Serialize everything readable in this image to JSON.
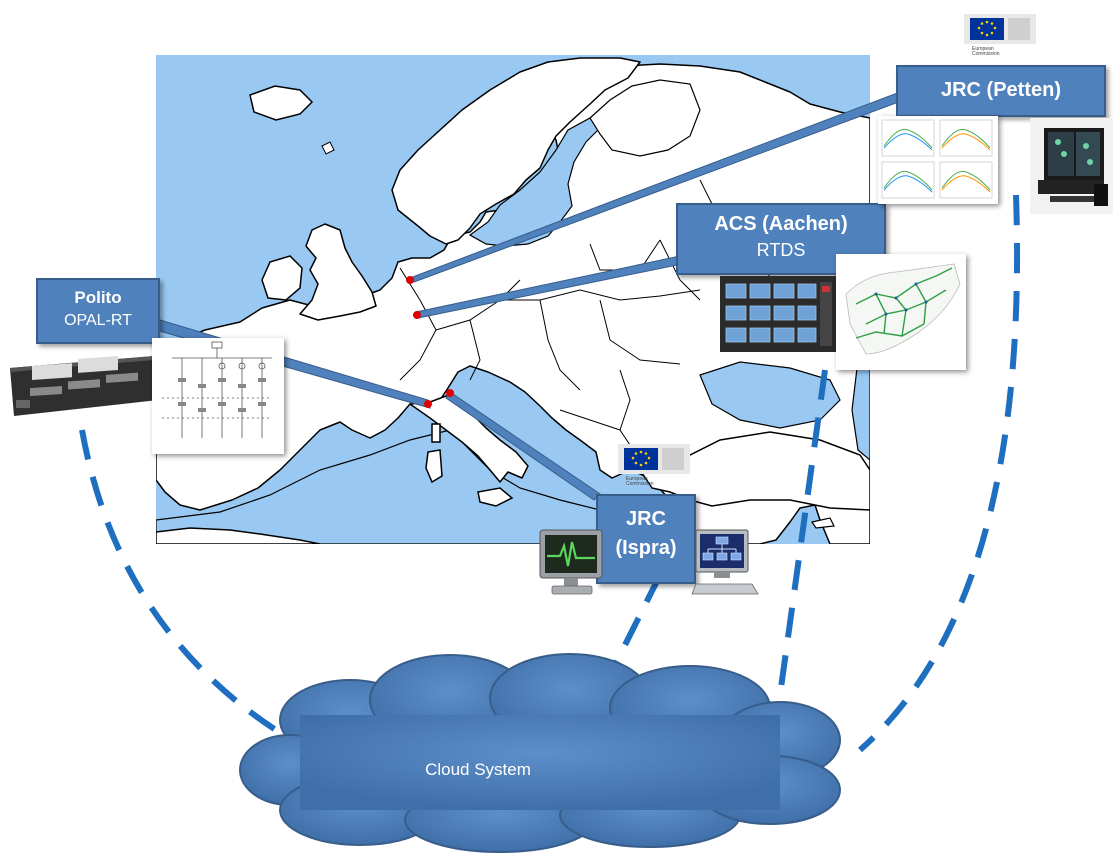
{
  "sites": {
    "polito": {
      "name": "Polito",
      "system": "OPAL-RT"
    },
    "petten": {
      "name": "JRC (Petten)",
      "logo_text": "European Commission"
    },
    "aachen": {
      "name": "ACS (Aachen)",
      "system": "RTDS"
    },
    "ispra": {
      "name_line1": "JRC",
      "name_line2": "(Ispra)",
      "logo_text": "European Commission"
    }
  },
  "cloud": {
    "label": "Cloud System"
  },
  "colors": {
    "sea": "#99c9f2",
    "land": "#ffffff",
    "box_fill": "#4f81bd",
    "box_border": "#385d8a",
    "dashed_link": "#1f6fc0",
    "cloud_fill": "#4f81bd",
    "site_marker": "#e00000"
  }
}
